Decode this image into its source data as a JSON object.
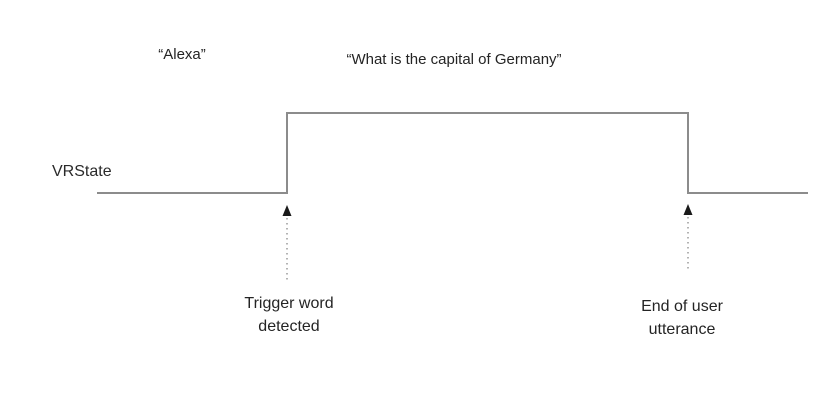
{
  "utterances": [
    {
      "text": "“Alexa”"
    },
    {
      "text": "“What is the capital of Germany”"
    }
  ],
  "signal": {
    "label": "VRState",
    "states": [
      "low",
      "high",
      "low"
    ],
    "rise_event": "Trigger word detected",
    "fall_event": "End of user utterance"
  },
  "annotations": [
    {
      "line1": "Trigger word",
      "line2": "detected"
    },
    {
      "line1": "End of user",
      "line2": "utterance"
    }
  ],
  "colors": {
    "background": "#ffffff",
    "signal_line": "#8c8c8c",
    "leader_line": "#9a9a9a",
    "arrow": "#1a1a1a",
    "text": "#242424"
  }
}
